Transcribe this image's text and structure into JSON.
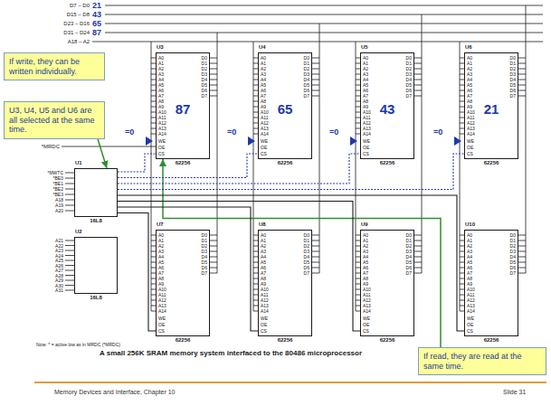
{
  "diagram": {
    "caption": "A small 256K SRAM memory system interfaced to the 80486 microprocessor",
    "nodes": [
      {
        "text": [
          "If write, they can be written individually."
        ]
      },
      {
        "text": [
          "U3, U4, U5 and U6 are all selected at the same time."
        ]
      },
      {
        "text": [
          "U1",
          "16L8"
        ]
      },
      {
        "text": [
          "U2",
          "16L8"
        ]
      },
      {
        "text": [
          "U3",
          "A0",
          "A1",
          "A2",
          "A3",
          "A4",
          "A5",
          "A6",
          "A7",
          "A8",
          "A9",
          "A10",
          "A11",
          "A12",
          "A13",
          "A14",
          "D0",
          "D1",
          "D2",
          "D3",
          "D4",
          "D5",
          "D6",
          "D7",
          "87",
          "WE",
          "OE",
          "CS",
          "62256"
        ]
      },
      {
        "text": [
          "U4",
          "A0",
          "A1",
          "A2",
          "A3",
          "A4",
          "A5",
          "A6",
          "A7",
          "A8",
          "A9",
          "A10",
          "A11",
          "A12",
          "A13",
          "A14",
          "D0",
          "D1",
          "D2",
          "D3",
          "D4",
          "D5",
          "D6",
          "D7",
          "65",
          "WE",
          "OE",
          "CS",
          "62256"
        ]
      },
      {
        "text": [
          "U5",
          "A0",
          "A1",
          "A2",
          "A3",
          "A4",
          "A5",
          "A6",
          "A7",
          "A8",
          "A9",
          "A10",
          "A11",
          "A12",
          "A13",
          "A14",
          "D0",
          "D1",
          "D2",
          "D3",
          "D4",
          "D5",
          "D6",
          "D7",
          "43",
          "WE",
          "OE",
          "CS",
          "62256"
        ]
      },
      {
        "text": [
          "U6",
          "A0",
          "A1",
          "A2",
          "A3",
          "A4",
          "A5",
          "A6",
          "A7",
          "A8",
          "A9",
          "A10",
          "A11",
          "A12",
          "A13",
          "A14",
          "D0",
          "D1",
          "D2",
          "D3",
          "D4",
          "D5",
          "D6",
          "D7",
          "21",
          "WE",
          "OE",
          "CS",
          "62256"
        ]
      },
      {
        "text": [
          "U7",
          "A0",
          "A1",
          "A2",
          "A3",
          "A4",
          "A5",
          "A6",
          "A7",
          "A8",
          "A9",
          "A10",
          "A11",
          "A12",
          "A13",
          "A14",
          "D0",
          "D1",
          "D2",
          "D3",
          "D4",
          "D5",
          "D6",
          "D7",
          "WE",
          "OE",
          "CS",
          "62256"
        ]
      },
      {
        "text": [
          "U8",
          "A0",
          "A1",
          "A2",
          "A3",
          "A4",
          "A5",
          "A6",
          "A7",
          "A8",
          "A9",
          "A10",
          "A11",
          "A12",
          "A13",
          "A14",
          "D0",
          "D1",
          "D2",
          "D3",
          "D4",
          "D5",
          "D6",
          "D7",
          "WE",
          "OE",
          "CS",
          "62256"
        ]
      },
      {
        "text": [
          "U9",
          "A0",
          "A1",
          "A2",
          "A3",
          "A4",
          "A5",
          "A6",
          "A7",
          "A8",
          "A9",
          "A10",
          "A11",
          "A12",
          "A13",
          "A14",
          "D0",
          "D1",
          "D2",
          "D3",
          "D4",
          "D5",
          "D6",
          "D7",
          "WE",
          "OE",
          "CS",
          "62256"
        ]
      },
      {
        "text": [
          "U10",
          "A0",
          "A1",
          "A2",
          "A3",
          "A4",
          "A5",
          "A6",
          "A7",
          "A8",
          "A9",
          "A10",
          "A11",
          "A12",
          "A13",
          "A14",
          "D0",
          "D1",
          "D2",
          "D3",
          "D4",
          "D5",
          "D6",
          "D7",
          "WE",
          "OE",
          "CS",
          "62256"
        ]
      },
      {
        "text": [
          "If read, they are read at the same time."
        ]
      }
    ],
    "edges": [
      {
        "from": 1,
        "to": 2,
        "arrow": "to"
      },
      {
        "from": 12,
        "to": 4,
        "arrow": "to"
      },
      {
        "from": 2,
        "to": 4,
        "arrow": "none"
      },
      {
        "from": 2,
        "to": 5,
        "arrow": "none"
      },
      {
        "from": 2,
        "to": 6,
        "arrow": "none"
      },
      {
        "from": 2,
        "to": 7,
        "arrow": "none"
      },
      {
        "from": 2,
        "to": 8,
        "arrow": "none"
      },
      {
        "from": 2,
        "to": 9,
        "arrow": "none"
      },
      {
        "from": 2,
        "to": 10,
        "arrow": "none"
      },
      {
        "from": 2,
        "to": 11,
        "arrow": "none"
      }
    ],
    "labels": [
      "D7 – D0",
      "21",
      "D15 – D8",
      "43",
      "D23 – D16",
      "65",
      "D31 – D24",
      "87",
      "A18 – A2",
      "=0",
      "=0",
      "=0",
      "=0",
      "*MRDC",
      "*MWTC",
      "*BE0",
      "*BE1",
      "*BE2",
      "*BE3",
      "A18",
      "A19",
      "A20",
      "A21",
      "A22",
      "A23",
      "A24",
      "A25",
      "A26",
      "A27",
      "A28",
      "A29",
      "A30",
      "A31",
      "Note: * = active low as in MRDC (*MRDC)",
      "Memory Devices and Interface, Chapter 10",
      "Slide 31"
    ]
  }
}
